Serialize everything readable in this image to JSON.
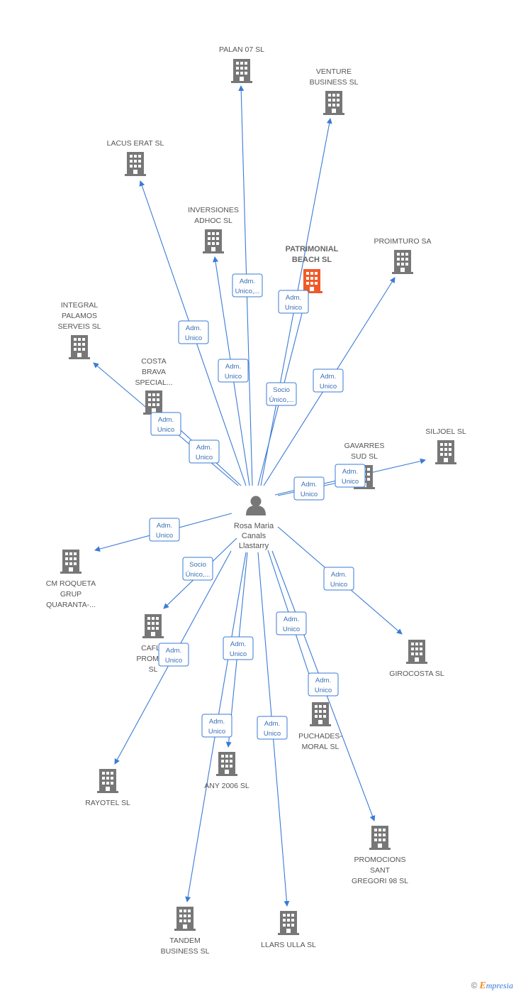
{
  "person": {
    "name_lines": [
      "Rosa Maria",
      "Canals",
      "Llastarry"
    ],
    "icon": "person-icon"
  },
  "colors": {
    "edge": "#3a7bd5",
    "building": "#777777",
    "highlight": "#f05a28"
  },
  "companies": [
    {
      "id": "palan07",
      "lines": [
        "PALAN 07  SL"
      ],
      "icon": "building-icon"
    },
    {
      "id": "venture",
      "lines": [
        "VENTURE",
        "BUSINESS SL"
      ],
      "icon": "building-icon"
    },
    {
      "id": "lacus",
      "lines": [
        "LACUS ERAT  SL"
      ],
      "icon": "building-icon"
    },
    {
      "id": "inversiones",
      "lines": [
        "INVERSIONES",
        "ADHOC SL"
      ],
      "icon": "building-icon"
    },
    {
      "id": "patrimonial",
      "lines": [
        "PATRIMONIAL",
        "BEACH SL"
      ],
      "icon": "building-icon",
      "highlight": true
    },
    {
      "id": "proimturo",
      "lines": [
        "PROIMTURO SA"
      ],
      "icon": "building-icon"
    },
    {
      "id": "integral",
      "lines": [
        "INTEGRAL",
        "PALAMOS",
        "SERVEIS SL"
      ],
      "icon": "building-icon"
    },
    {
      "id": "costa",
      "lines": [
        "COSTA",
        "BRAVA",
        "SPECIAL..."
      ],
      "icon": "building-icon"
    },
    {
      "id": "siljoel",
      "lines": [
        "SILJOEL SL"
      ],
      "icon": "building-icon"
    },
    {
      "id": "gavarres",
      "lines": [
        "GAVARRES",
        "SUD SL"
      ],
      "icon": "building-icon"
    },
    {
      "id": "cmroqueta",
      "lines": [
        "CM ROQUETA",
        "GRUP",
        "QUARANTA-..."
      ],
      "icon": "building-icon"
    },
    {
      "id": "cafla",
      "lines": [
        "CAFLA",
        "PROMOC",
        "SL"
      ],
      "icon": "building-icon"
    },
    {
      "id": "girocosta",
      "lines": [
        "GIROCOSTA SL"
      ],
      "icon": "building-icon"
    },
    {
      "id": "puchades",
      "lines": [
        "PUCHADES-",
        "MORAL SL"
      ],
      "icon": "building-icon"
    },
    {
      "id": "any2006",
      "lines": [
        "ANY 2006 SL"
      ],
      "icon": "building-icon"
    },
    {
      "id": "rayotel",
      "lines": [
        "RAYOTEL SL"
      ],
      "icon": "building-icon"
    },
    {
      "id": "promocions",
      "lines": [
        "PROMOCIONS",
        "SANT",
        "GREGORI 98 SL"
      ],
      "icon": "building-icon"
    },
    {
      "id": "tandem",
      "lines": [
        "TANDEM",
        "BUSINESS SL"
      ],
      "icon": "building-icon"
    },
    {
      "id": "llars",
      "lines": [
        "LLARS ULLA SL"
      ],
      "icon": "building-icon"
    }
  ],
  "relations": [
    {
      "target": "palan07",
      "lines": [
        "Adm.",
        "Unico,..."
      ]
    },
    {
      "target": "venture",
      "lines": [
        "Adm.",
        "Unico"
      ]
    },
    {
      "target": "lacus",
      "lines": [
        "Adm.",
        "Unico"
      ]
    },
    {
      "target": "inversiones",
      "lines": [
        "Adm.",
        "Unico"
      ]
    },
    {
      "target": "patrimonial",
      "lines": [
        "Socio",
        "Único,..."
      ]
    },
    {
      "target": "proimturo",
      "lines": [
        "Adm.",
        "Unico"
      ]
    },
    {
      "target": "integral",
      "lines": [
        "Adm.",
        "Unico"
      ]
    },
    {
      "target": "costa",
      "lines": [
        "Adm.",
        "Unico"
      ]
    },
    {
      "target": "siljoel",
      "lines": [
        "Adm.",
        "Unico"
      ]
    },
    {
      "target": "gavarres",
      "lines": [
        "Adm.",
        "Unico"
      ]
    },
    {
      "target": "cmroqueta",
      "lines": [
        "Adm.",
        "Unico"
      ]
    },
    {
      "target": "cafla",
      "lines": [
        "Socio",
        "Único,..."
      ]
    },
    {
      "target": "girocosta",
      "lines": [
        "Adm.",
        "Unico"
      ]
    },
    {
      "target": "puchades",
      "lines": [
        "Adm.",
        "Unico"
      ]
    },
    {
      "target": "any2006",
      "lines": [
        "Adm.",
        "Unico"
      ]
    },
    {
      "target": "rayotel",
      "lines": [
        "Adm.",
        "Unico"
      ]
    },
    {
      "target": "promocions",
      "lines": [
        "Adm.",
        "Unico"
      ]
    },
    {
      "target": "tandem",
      "lines": [
        "Adm.",
        "Unico"
      ]
    },
    {
      "target": "llars",
      "lines": [
        "Adm.",
        "Unico"
      ]
    }
  ],
  "footer": {
    "copyright": "©",
    "brand_initial": "E",
    "brand_rest": "mpresia"
  }
}
